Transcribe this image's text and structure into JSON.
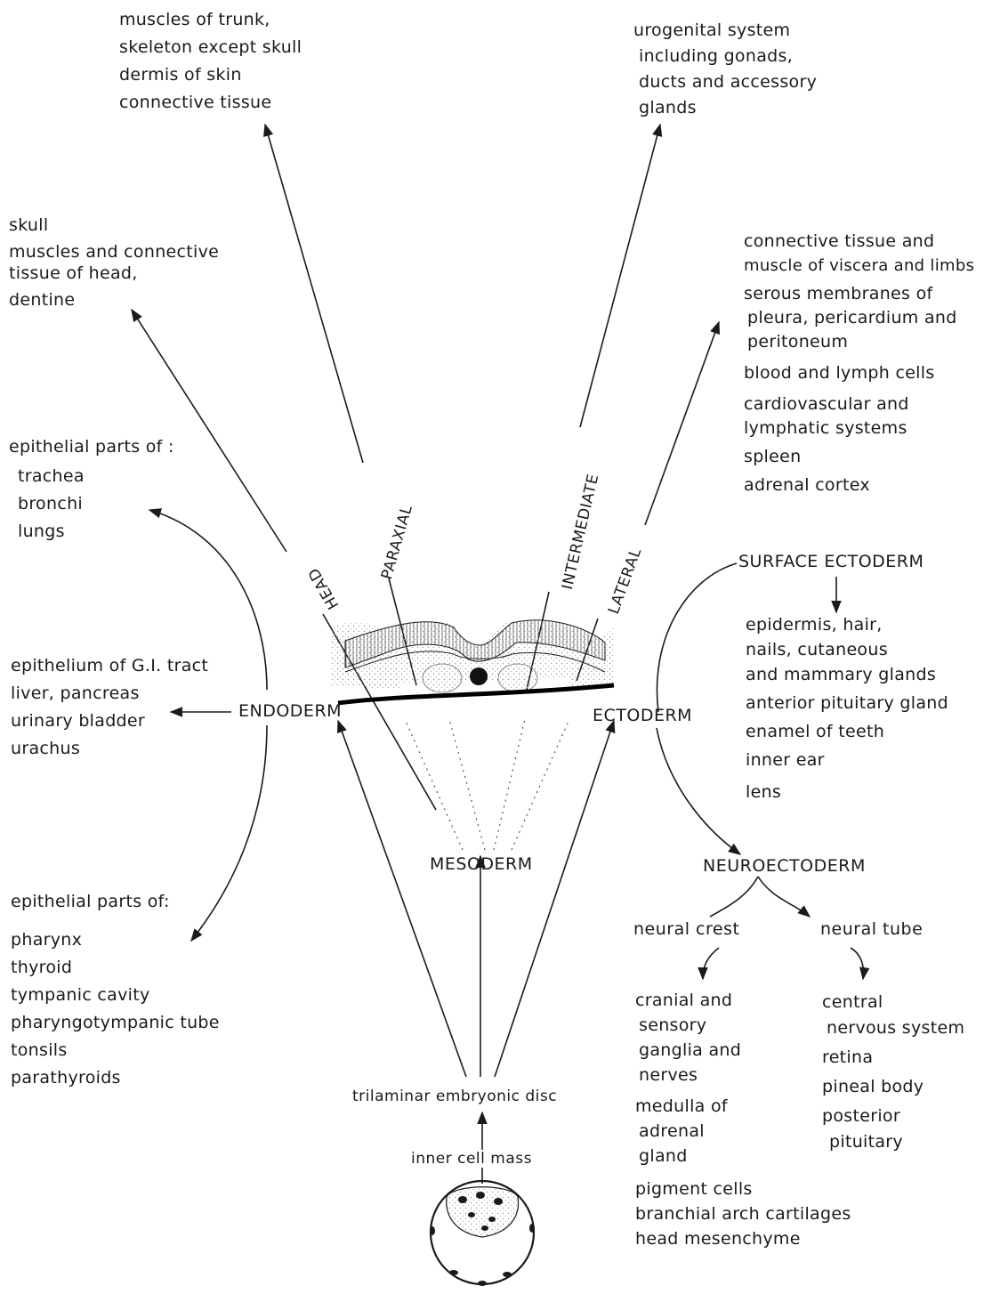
{
  "labels": {
    "paraxial": "PARAXIAL",
    "intermediate": "INTERMEDIATE",
    "lateral": "LATERAL",
    "head": "HEAD",
    "endoderm": "ENDODERM",
    "ectoderm": "ECTODERM",
    "mesoderm": "MESODERM",
    "surface_ectoderm": "SURFACE ECTODERM",
    "neuroectoderm": "NEUROECTODERM",
    "neural_crest": "neural crest",
    "neural_tube": "neural tube",
    "trilaminar": "trilaminar embryonic disc",
    "inner_cell_mass": "inner cell mass"
  },
  "paraxial_derivatives": [
    "muscles of trunk,",
    "skeleton except skull",
    "dermis of skin",
    "connective tissue"
  ],
  "intermediate_derivatives": [
    "urogenital system",
    "including gonads,",
    "ducts and accessory",
    "glands"
  ],
  "head_derivatives": [
    "skull",
    "muscles and connective",
    "tissue of head,",
    "dentine"
  ],
  "lateral_derivatives": [
    "connective tissue and",
    "muscle of viscera and limbs",
    "serous membranes of",
    "pleura, pericardium and",
    "peritoneum",
    "blood and lymph cells",
    "cardiovascular and",
    "lymphatic systems",
    "spleen",
    "adrenal cortex"
  ],
  "endoderm_upper": {
    "heading": "epithelial parts of :",
    "items": [
      "trachea",
      "bronchi",
      "lungs"
    ]
  },
  "endoderm_middle": [
    "epithelium of G.I. tract",
    "liver, pancreas",
    "urinary bladder",
    "urachus"
  ],
  "endoderm_lower": {
    "heading": "epithelial parts of:",
    "items": [
      "pharynx",
      "thyroid",
      "tympanic cavity",
      "pharyngotympanic tube",
      "tonsils",
      "parathyroids"
    ]
  },
  "surface_ectoderm_derivatives": [
    "epidermis, hair,",
    "nails, cutaneous",
    "and mammary glands",
    "anterior pituitary gland",
    "enamel of teeth",
    "inner ear",
    "lens"
  ],
  "neural_crest_derivatives": [
    "cranial and",
    "sensory",
    "ganglia and",
    "nerves",
    "medulla of",
    "adrenal",
    "gland",
    "pigment cells",
    "branchial arch cartilages",
    "head mesenchyme"
  ],
  "neural_tube_derivatives": [
    "central",
    "nervous system",
    "retina",
    "pineal body",
    "posterior",
    "pituitary"
  ]
}
